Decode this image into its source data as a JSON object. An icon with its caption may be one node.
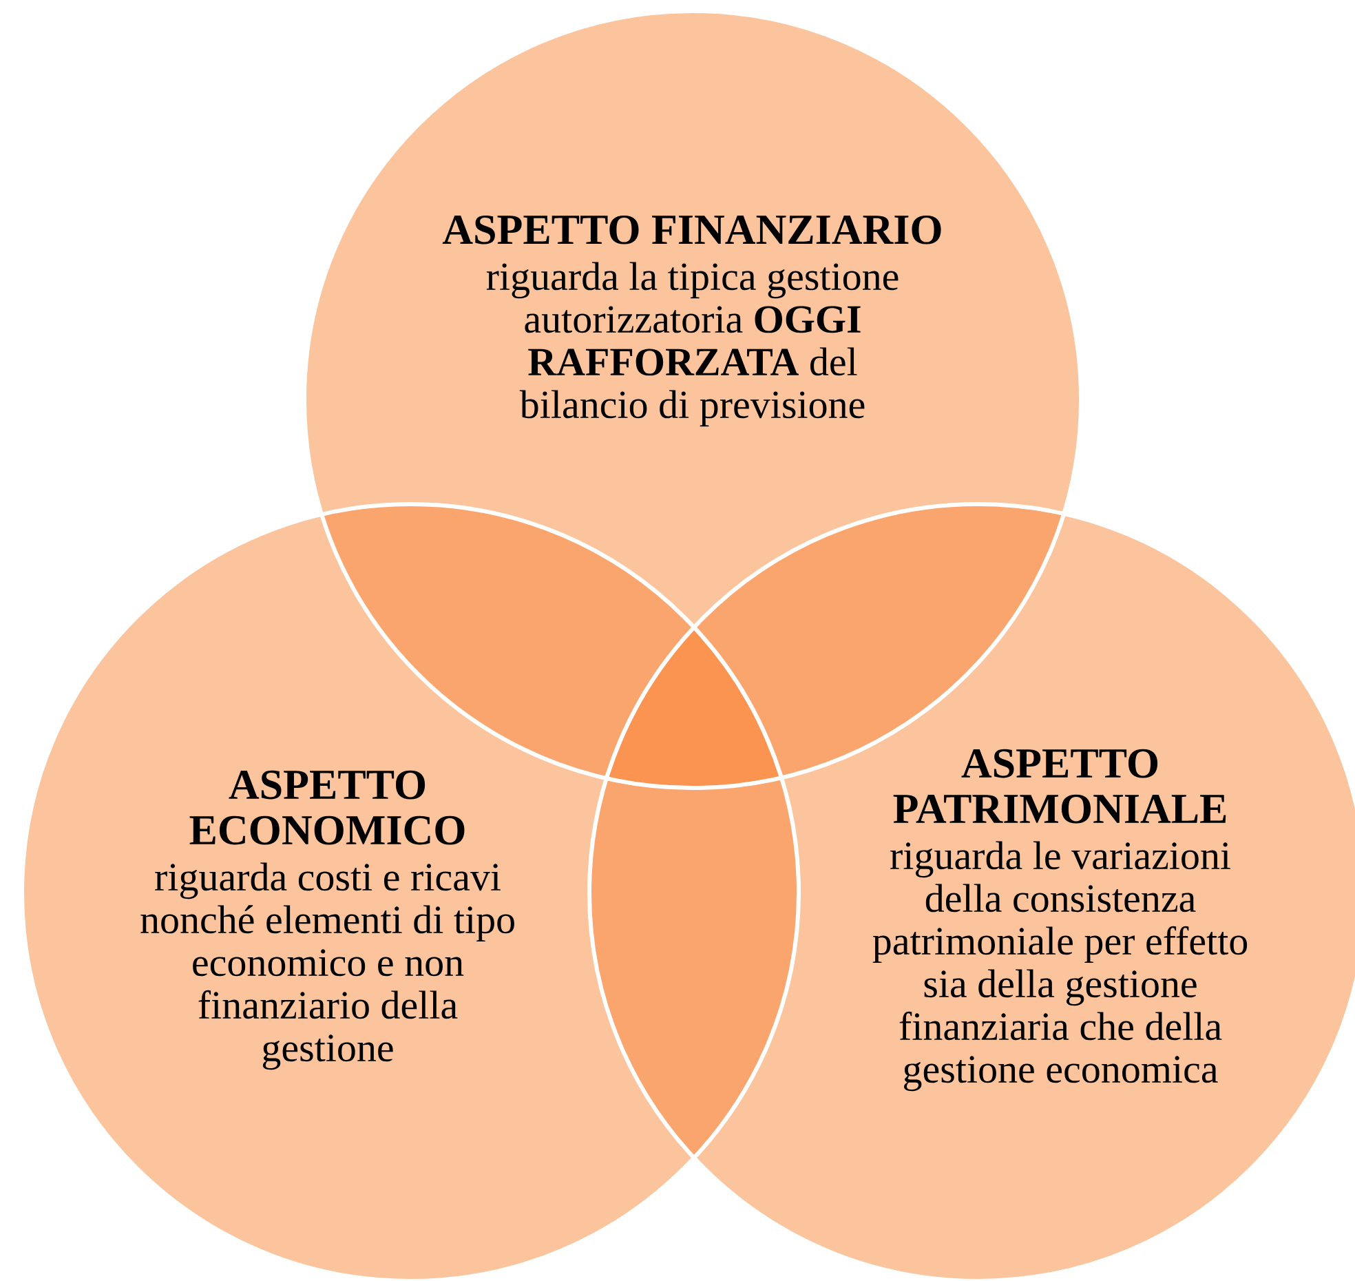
{
  "diagram": {
    "nodes": [
      {
        "text": [
          "ASPETTO FINANZIARIO",
          "riguarda la tipica gestione autorizzatoria **OGGI RAFFORZATA** del bilancio di previsione"
        ]
      },
      {
        "text": [
          "ASPETTO ECONOMICO",
          "riguarda costi e ricavi nonché elementi di tipo economico e non finanziario della gestione"
        ]
      },
      {
        "text": [
          "ASPETTO PATRIMONIALE",
          "riguarda le variazioni della consistenza patrimoniale per effetto sia della gestione finanziaria che della gestione economica"
        ]
      }
    ]
  }
}
